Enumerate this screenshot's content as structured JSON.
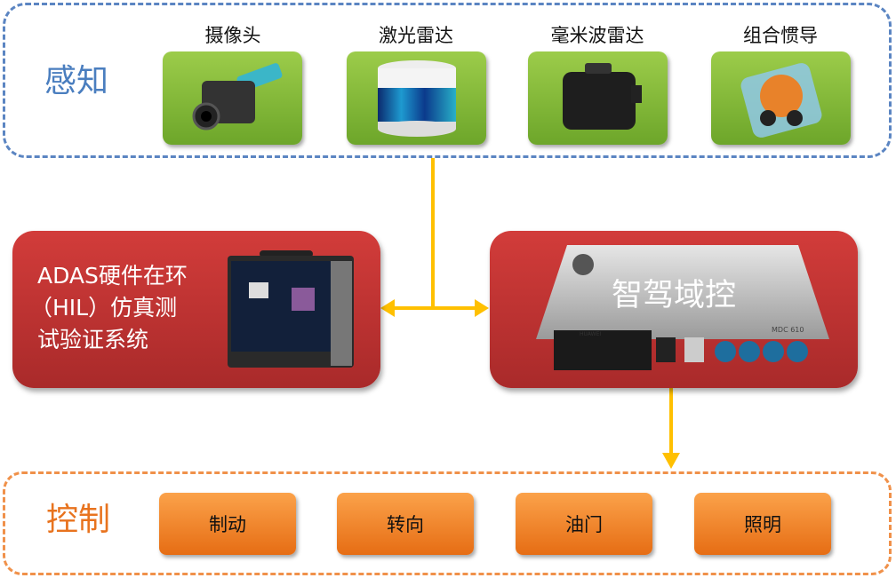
{
  "perception": {
    "label": "感知",
    "sensors": [
      {
        "name": "摄像头",
        "icon": "camera-icon"
      },
      {
        "name": "激光雷达",
        "icon": "lidar-icon"
      },
      {
        "name": "毫米波雷达",
        "icon": "radar-icon"
      },
      {
        "name": "组合惯导",
        "icon": "ins-icon"
      }
    ]
  },
  "hil": {
    "line1": "ADAS硬件在环",
    "line2": "（HIL）仿真测",
    "line3": "试验证系统"
  },
  "domain_controller": {
    "label": "智驾域控",
    "brand": "HUAWEI",
    "model": "MDC 610"
  },
  "control": {
    "label": "控制",
    "actuators": [
      "制动",
      "转向",
      "油门",
      "照明"
    ]
  },
  "colors": {
    "perception": "#5b85c2",
    "control": "#f0914a",
    "arrow": "#ffc000",
    "box": "#c83636"
  }
}
